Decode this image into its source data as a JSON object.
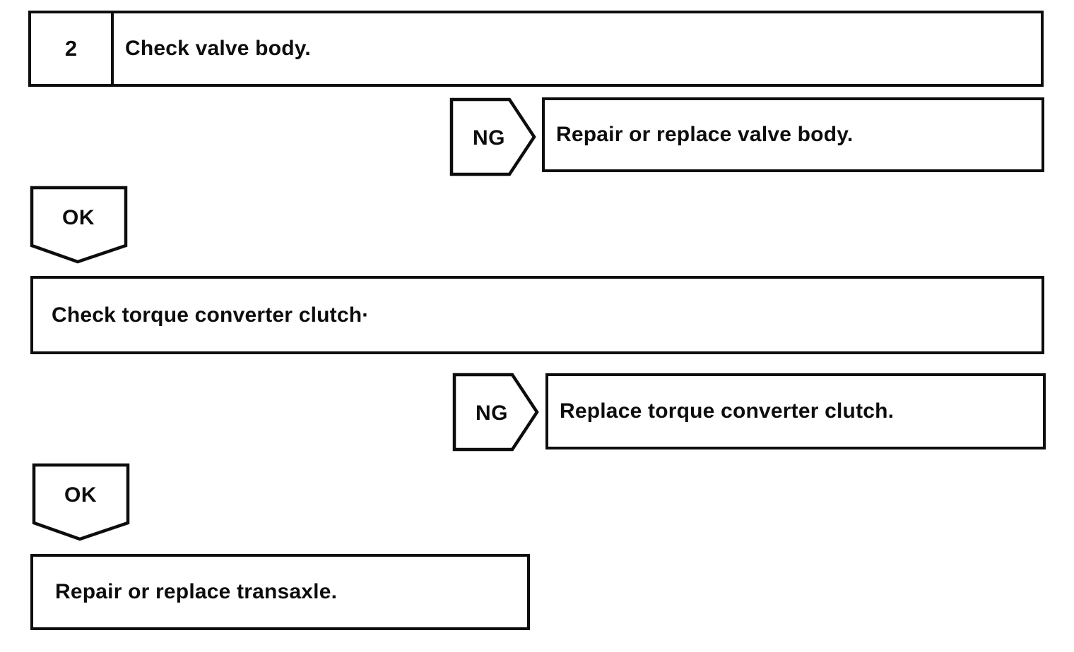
{
  "page": {
    "background_color": "#ffffff",
    "line_color": "#0d0d0d",
    "kind": "diagnostic-flowchart"
  },
  "flowchart": {
    "step": {
      "number": "2",
      "title": "Check valve body."
    },
    "ng1": {
      "label": "NG",
      "action": "Repair or replace valve body."
    },
    "ok1": {
      "label": "OK"
    },
    "check2": {
      "title": "Check torque converter clutch·"
    },
    "ng2": {
      "label": "NG",
      "action": "Replace torque converter clutch."
    },
    "ok2": {
      "label": "OK"
    },
    "final": {
      "action": "Repair or replace transaxle."
    }
  }
}
